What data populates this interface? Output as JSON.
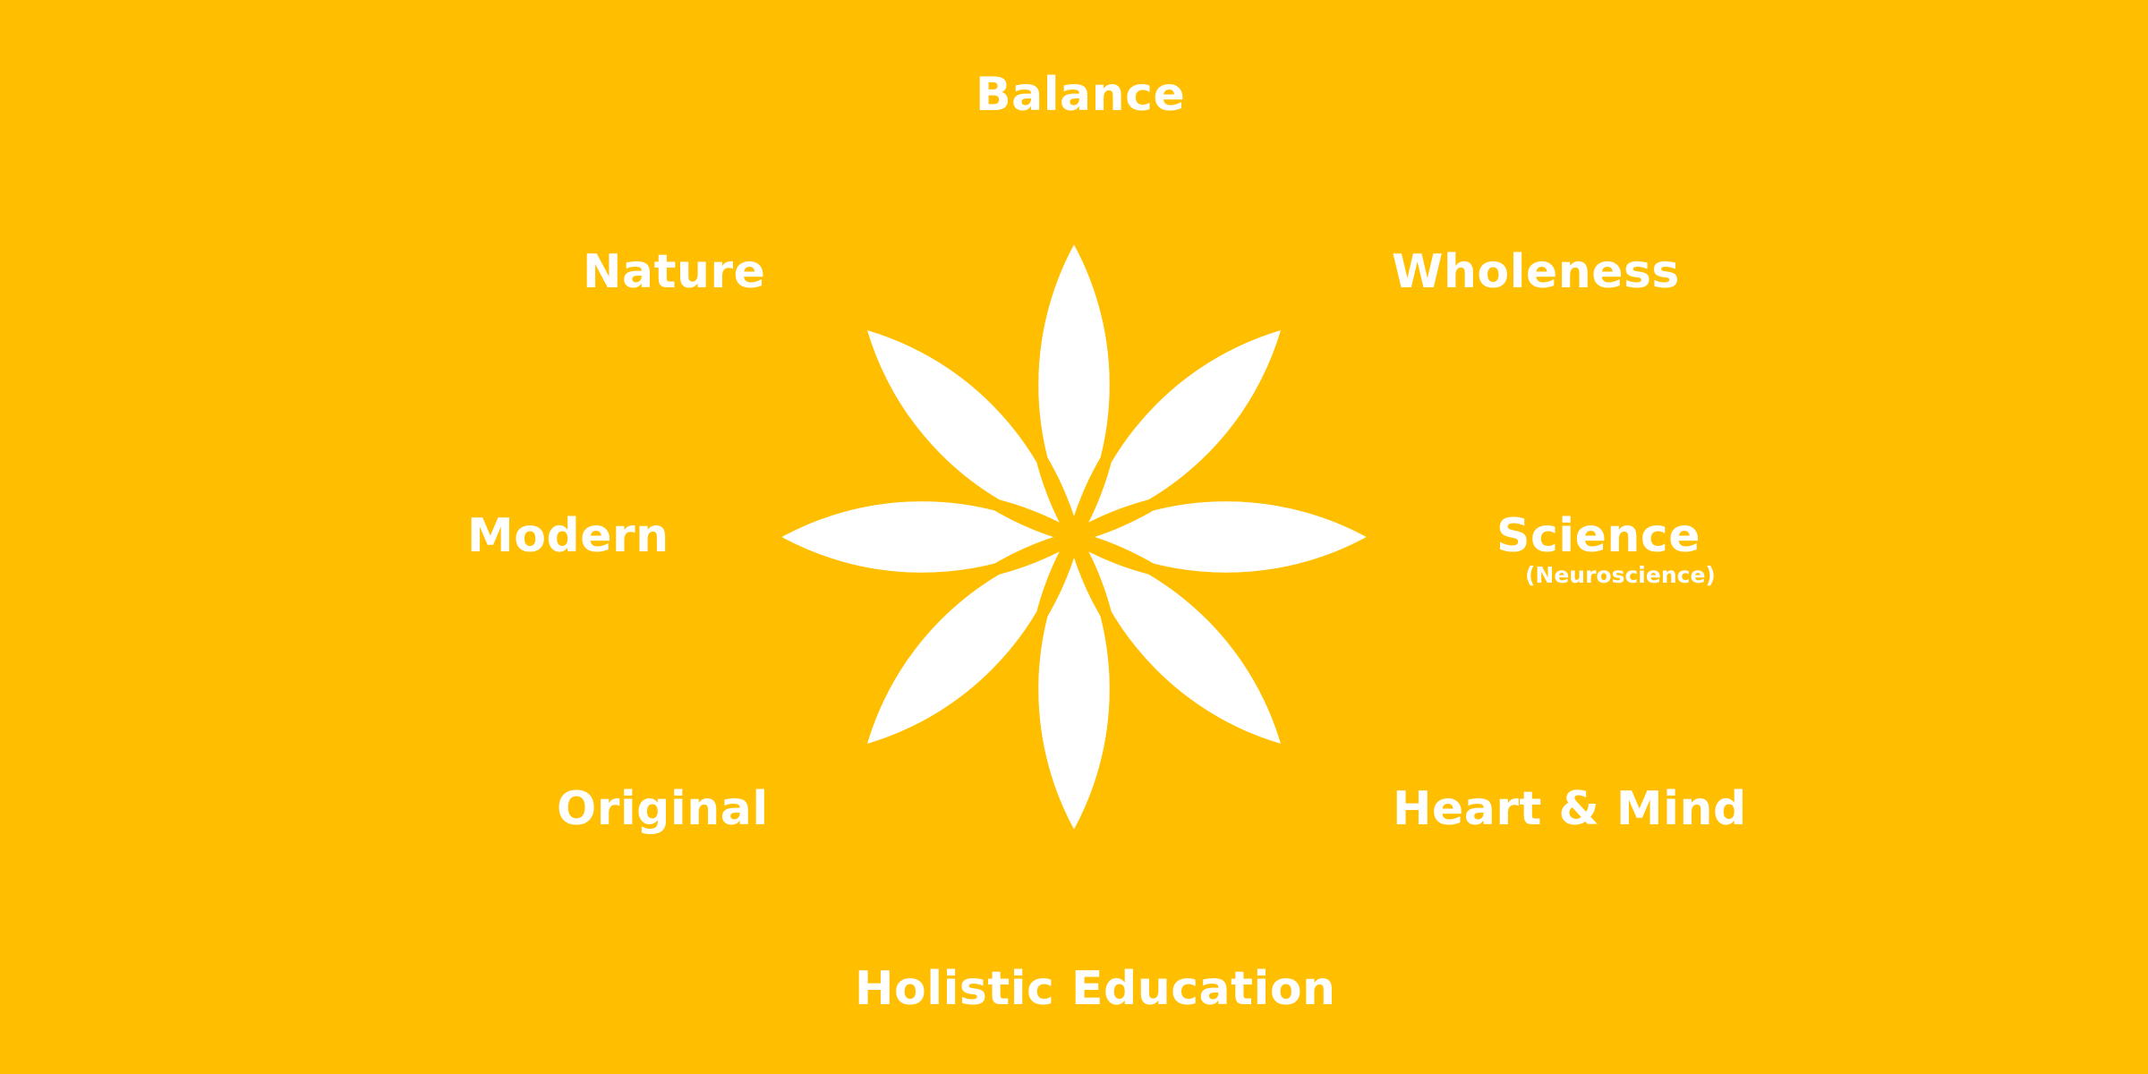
{
  "colors": {
    "background": "#FFBF00",
    "petal": "#FFFFFF",
    "outline": "#FFBF00"
  },
  "diagram": {
    "petal_count": 8,
    "icon": "lotus-flower-icon"
  },
  "labels": {
    "balance": "Balance",
    "wholeness": "Wholeness",
    "science": "Science",
    "science_sub": "(Neuroscience)",
    "heart_mind": "Heart & Mind",
    "holistic_education": "Holistic Education",
    "original": "Original",
    "modern": "Modern",
    "nature": "Nature"
  }
}
